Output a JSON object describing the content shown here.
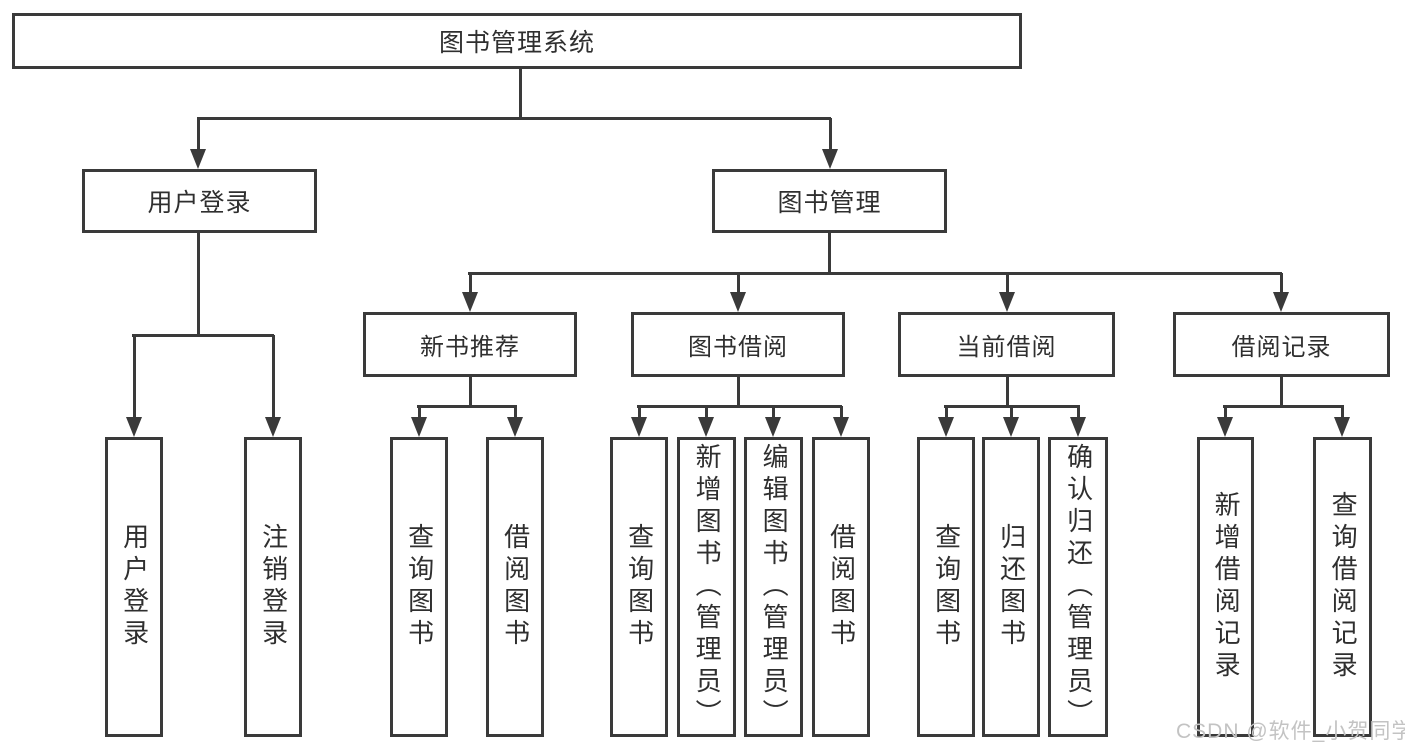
{
  "diagram": {
    "root": {
      "label": "图书管理系统",
      "children": [
        {
          "label": "用户登录",
          "children": [
            {
              "label": "用户登录"
            },
            {
              "label": "注销登录"
            }
          ]
        },
        {
          "label": "图书管理",
          "children": [
            {
              "label": "新书推荐",
              "children": [
                {
                  "label": "查询图书"
                },
                {
                  "label": "借阅图书"
                }
              ]
            },
            {
              "label": "图书借阅",
              "children": [
                {
                  "label": "查询图书"
                },
                {
                  "label": "新增图书（管理员）"
                },
                {
                  "label": "编辑图书（管理员）"
                },
                {
                  "label": "借阅图书"
                }
              ]
            },
            {
              "label": "当前借阅",
              "children": [
                {
                  "label": "查询图书"
                },
                {
                  "label": "归还图书"
                },
                {
                  "label": "确认归还（管理员）"
                }
              ]
            },
            {
              "label": "借阅记录",
              "children": [
                {
                  "label": "新增借阅记录"
                },
                {
                  "label": "查询借阅记录"
                }
              ]
            }
          ]
        }
      ]
    }
  },
  "watermark": {
    "text": "CSDN @软件_小贺同学"
  },
  "colors": {
    "line": "#3a3a3a",
    "text": "#2f2f2f",
    "watermark": "#c3c3c3",
    "background": "#ffffff"
  }
}
